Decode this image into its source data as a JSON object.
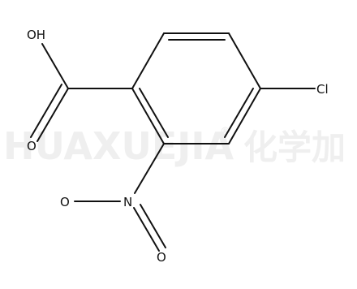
{
  "watermark": {
    "latin": "HUAXUEJIA",
    "registered": "®",
    "cjk": "化学加"
  },
  "molecule": {
    "atoms": {
      "hydroxyl": "OH",
      "carbonyl_oxygen": "O",
      "chlorine": "Cl",
      "nitro_nitrogen": "N",
      "nitro_oxygen_left": "O",
      "nitro_oxygen_bottom": "O"
    }
  },
  "colors": {
    "bond": "#111111",
    "watermark": "#efefef",
    "background": "#ffffff"
  }
}
